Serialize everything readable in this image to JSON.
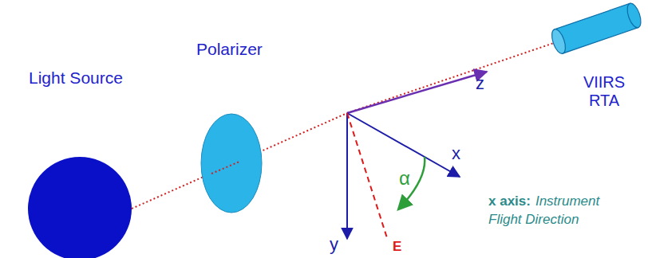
{
  "diagram": {
    "labels": [
      "Light Source",
      "Polarizer",
      "VIIRS RTA",
      "z",
      "x",
      "y",
      "α",
      "E",
      "x axis:",
      "Instrument Flight Direction"
    ]
  }
}
